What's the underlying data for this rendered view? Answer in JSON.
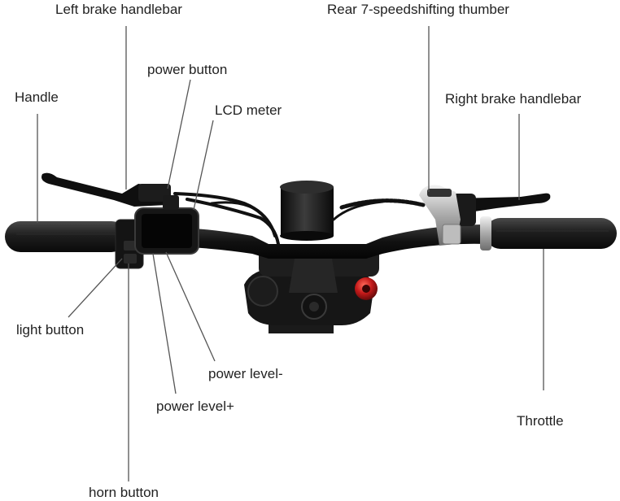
{
  "labels": {
    "left_brake_handlebar": "Left brake handlebar",
    "rear_shifting_thumber": "Rear 7-speedshifting thumber",
    "power_button": "power button",
    "lcd_meter": "LCD meter",
    "handle": "Handle",
    "right_brake_handlebar": "Right brake handlebar",
    "light_button": "light button",
    "power_level_minus": "power level-",
    "power_level_plus": "power level+",
    "throttle": "Throttle",
    "horn_button": "horn button"
  },
  "colors": {
    "leader_line": "#555555",
    "handlebar": "#141414",
    "grip": "#222222",
    "red_knob": "#c41a1a",
    "chrome": "#cfcfcf"
  }
}
